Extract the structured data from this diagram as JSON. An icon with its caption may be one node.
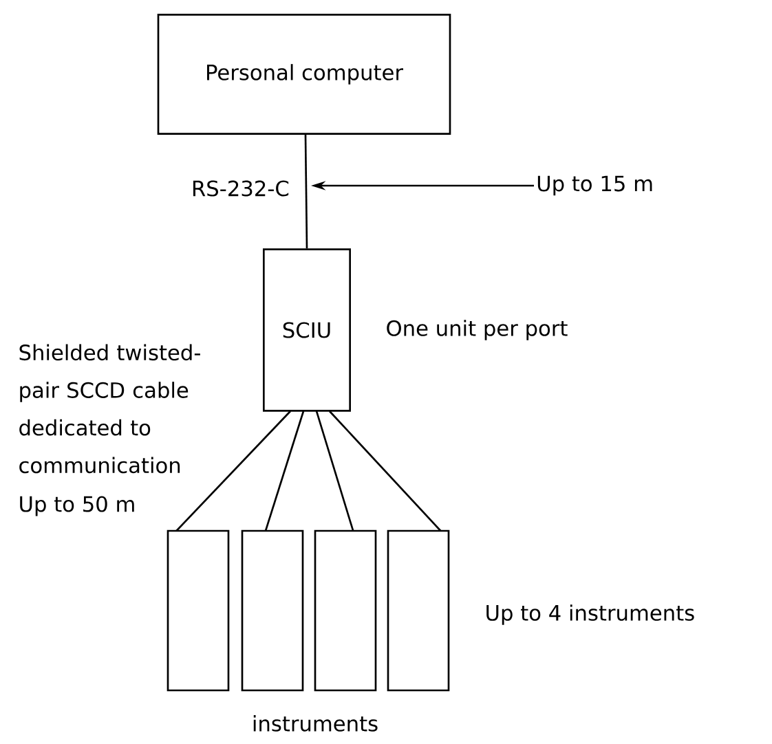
{
  "diagram": {
    "nodes": [
      {
        "text": [
          "Personal computer"
        ]
      },
      {
        "text": [
          "SCIU"
        ],
        "beside": [
          "One unit per port"
        ]
      },
      {
        "text": [],
        "shape": "box"
      },
      {
        "text": [],
        "shape": "box"
      },
      {
        "text": [],
        "shape": "box"
      },
      {
        "text": [],
        "shape": "box"
      },
      {
        "text": [
          "Up to 15 m"
        ]
      }
    ],
    "edges": [
      {
        "from": 0,
        "to": 1,
        "arrow": "none",
        "label": "RS-232-C"
      },
      {
        "from": 1,
        "to": 2,
        "arrow": "none"
      },
      {
        "from": 1,
        "to": 3,
        "arrow": "none"
      },
      {
        "from": 1,
        "to": 4,
        "arrow": "none"
      },
      {
        "from": 1,
        "to": 5,
        "arrow": "none"
      },
      {
        "from": 6,
        "to": null,
        "arrow": "to"
      }
    ],
    "labels": [
      "Shielded twisted-pair SCCD cable dedicated to communication",
      "Up to 50 m",
      "Up to 4 instruments",
      "instruments"
    ]
  }
}
